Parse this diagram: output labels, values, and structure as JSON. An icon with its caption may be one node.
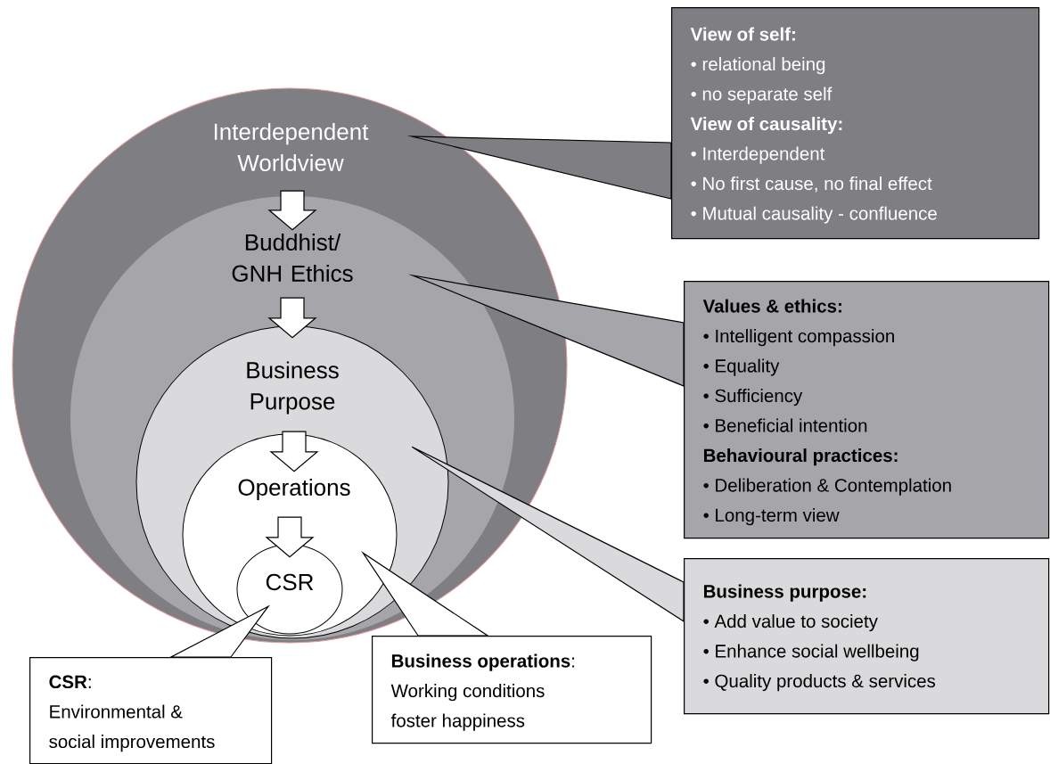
{
  "diagram": {
    "nodes": [
      {
        "text": [
          "Interdependent Worldview"
        ]
      },
      {
        "text": [
          "Buddhist/ GNH Ethics"
        ],
        "in": 0
      },
      {
        "text": [
          "Business Purpose"
        ],
        "in": 1
      },
      {
        "text": [
          "Operations"
        ],
        "in": 2
      },
      {
        "text": [
          "CSR"
        ],
        "in": 3
      },
      {
        "text": [
          "View of self:",
          "• relational being",
          "• no separate self",
          "View of causality:",
          "• Interdependent",
          "• No first cause, no final effect",
          "• Mutual causality - confluence"
        ]
      },
      {
        "text": [
          "Values & ethics:",
          "• Intelligent compassion",
          "• Equality",
          "• Sufficiency",
          "• Beneficial intention",
          "Behavioural practices:",
          "• Deliberation & Contemplation",
          "• Long-term view"
        ]
      },
      {
        "text": [
          "Business purpose:",
          "• Add value to society",
          "• Enhance social wellbeing",
          "• Quality products & services"
        ]
      },
      {
        "text": [
          "**Business operations**:",
          "Working conditions foster happiness"
        ]
      },
      {
        "text": [
          "**CSR**:",
          "Environmental & social improvements"
        ]
      }
    ],
    "edges": [
      {
        "from": 0,
        "to": 1,
        "arrow": "to"
      },
      {
        "from": 1,
        "to": 2,
        "arrow": "to"
      },
      {
        "from": 2,
        "to": 3,
        "arrow": "to"
      },
      {
        "from": 3,
        "to": 4,
        "arrow": "to"
      },
      {
        "from": 5,
        "to": 0,
        "arrow": "none"
      },
      {
        "from": 6,
        "to": 1,
        "arrow": "none"
      },
      {
        "from": 7,
        "to": 2,
        "arrow": "none"
      },
      {
        "from": 8,
        "to": 3,
        "arrow": "none"
      },
      {
        "from": 9,
        "to": 4,
        "arrow": "none"
      }
    ]
  }
}
